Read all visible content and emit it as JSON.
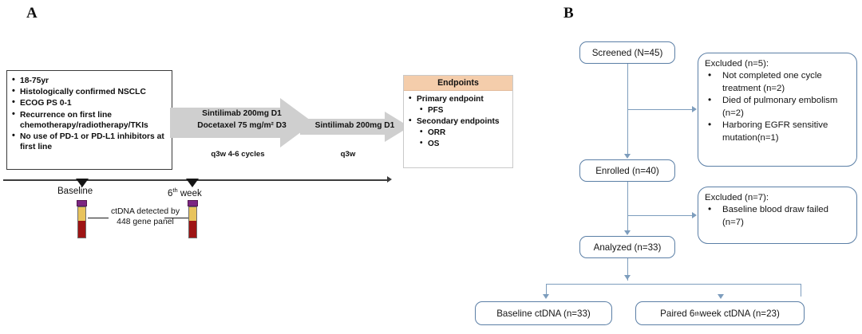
{
  "panels": {
    "a_label": "A",
    "b_label": "B"
  },
  "panel_a": {
    "criteria": [
      "18-75yr",
      "Histologically confirmed NSCLC",
      "ECOG PS 0-1",
      "Recurrence on first line chemotherapy/radiotherapy/TKIs",
      "No use of PD-1 or PD-L1 inhibitors at first line"
    ],
    "arrow1": {
      "line1": "Sintilimab 200mg D1",
      "line2": "Docetaxel 75 mg/m² D3",
      "schedule": "q3w 4-6 cycles"
    },
    "arrow2": {
      "line1": "Sintilimab 200mg D1",
      "schedule": "q3w"
    },
    "endpoints": {
      "header": "Endpoints",
      "items": [
        {
          "label": "Primary endpoint",
          "sub": false
        },
        {
          "label": "PFS",
          "sub": true
        },
        {
          "label": "Secondary endpoints",
          "sub": false
        },
        {
          "label": "ORR",
          "sub": true
        },
        {
          "label": "OS",
          "sub": true
        }
      ]
    },
    "timeline": {
      "tick1_label": "Baseline",
      "tick2_label_num": "6",
      "tick2_label_sup": "th",
      "tick2_label_rest": " week",
      "caption_line1": "ctDNA detected by",
      "caption_line2": "448 gene panel"
    }
  },
  "panel_b": {
    "screened": "Screened (N=45)",
    "enrolled": "Enrolled (n=40)",
    "analyzed": "Analyzed (n=33)",
    "baseline_ctdna": "Baseline ctDNA (n=33)",
    "paired_ctdna_pre": "Paired 6",
    "paired_ctdna_sup": "th",
    "paired_ctdna_post": " week  ctDNA (n=23)",
    "excluded1": {
      "title": "Excluded (n=5):",
      "items": [
        "Not completed one cycle treatment (n=2)",
        "Died of pulmonary embolism (n=2)",
        "Harboring EGFR sensitive mutation(n=1)"
      ]
    },
    "excluded2": {
      "title": "Excluded (n=7):",
      "items": [
        "Baseline blood draw failed (n=7)"
      ]
    }
  },
  "colors": {
    "arrow_gray": "#cfcfcf",
    "endpoints_header": "#f4cdab",
    "flow_border": "#5b7fa6",
    "flow_connector": "#7d9dbd",
    "tube_cap": "#7b2682",
    "tube_plasma": "#e8c35c",
    "tube_blood": "#9e1414"
  }
}
